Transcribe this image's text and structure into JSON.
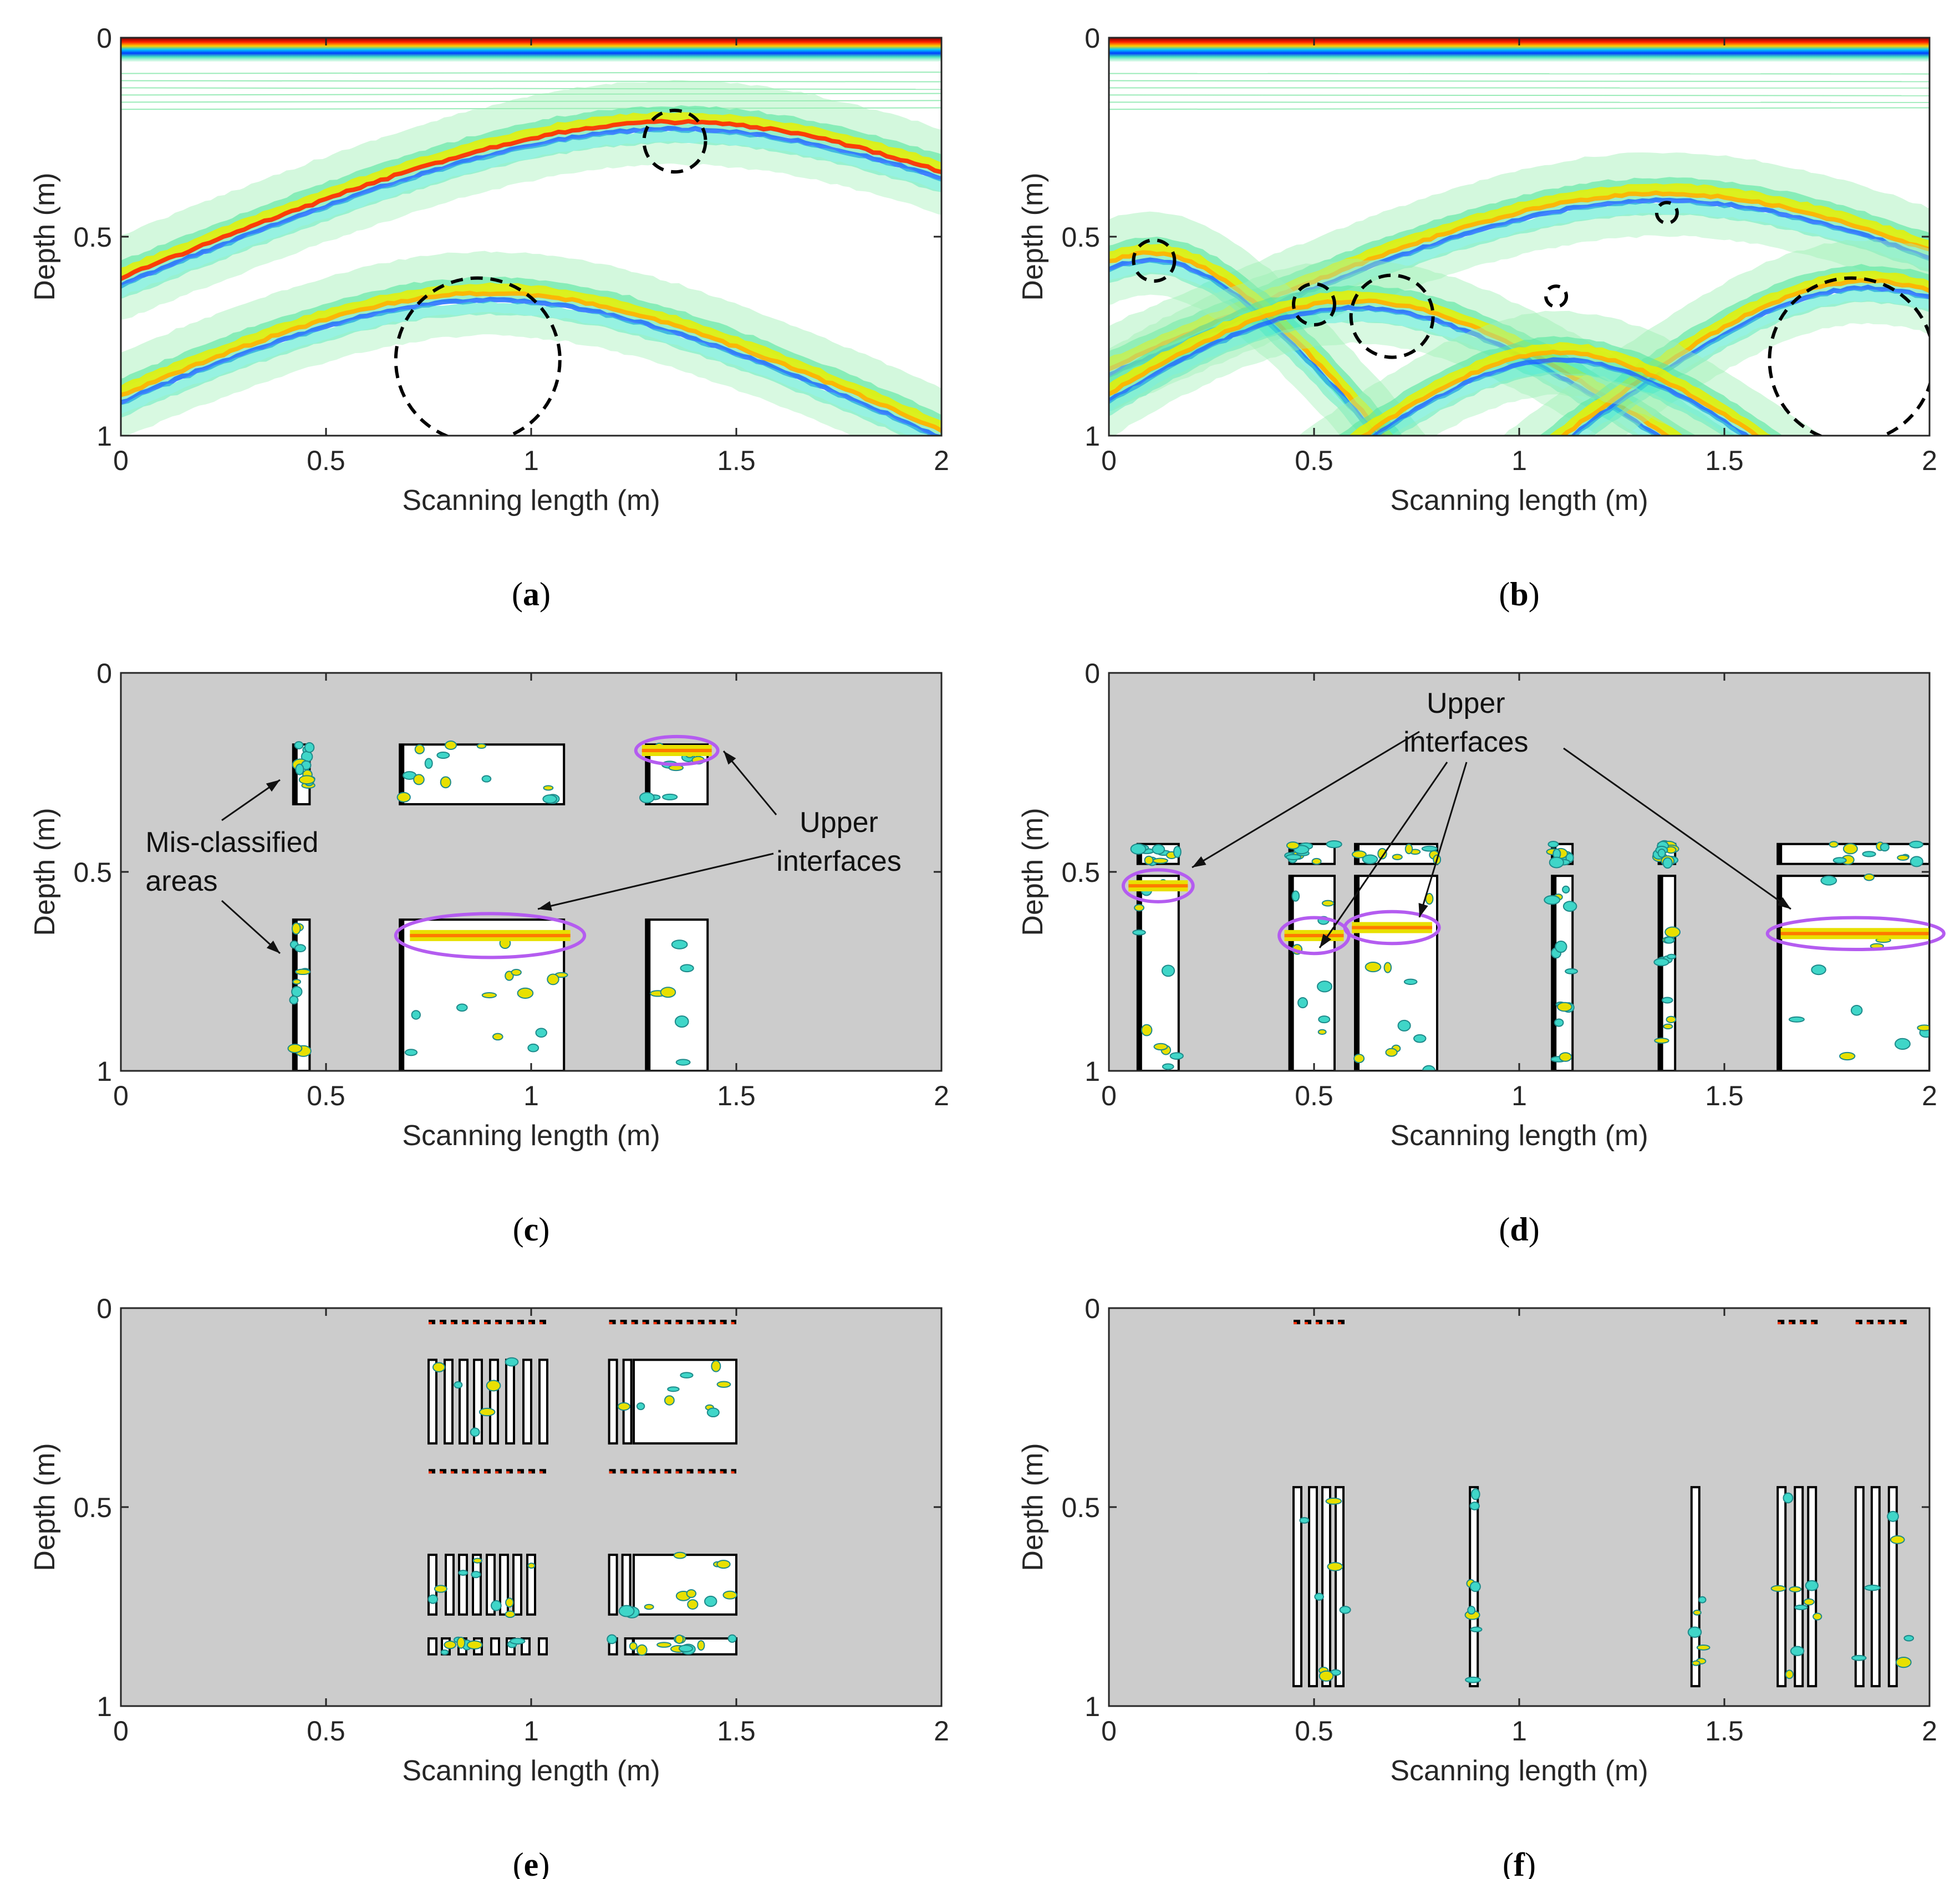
{
  "chart_data": [
    {
      "panel": "a",
      "type": "heatmap",
      "background": "white",
      "xlabel": "Scanning length (m)",
      "ylabel": "Depth (m)",
      "xlim": [
        0,
        2
      ],
      "ylim": [
        0,
        1
      ],
      "xticks": [
        "0",
        "0.5",
        "1",
        "1.5",
        "2"
      ],
      "yticks": [
        "0",
        "0.5",
        "1"
      ],
      "caption_letter": "a",
      "hyperbolas": [
        {
          "apex_x": 1.35,
          "apex_y": 0.2,
          "a": 0.3,
          "b": 0.65,
          "intensity": "high"
        },
        {
          "apex_x": 0.9,
          "apex_y": 0.63,
          "a": 0.28,
          "b": 0.55,
          "intensity": "mid"
        }
      ],
      "circles": [
        {
          "cx": 1.35,
          "cy": 0.26,
          "r": 0.075
        },
        {
          "cx": 0.87,
          "cy": 0.81,
          "r": 0.2
        }
      ]
    },
    {
      "panel": "b",
      "type": "heatmap",
      "background": "white",
      "xlabel": "Scanning length (m)",
      "ylabel": "Depth (m)",
      "xlim": [
        0,
        2
      ],
      "ylim": [
        0,
        1
      ],
      "xticks": [
        "0",
        "0.5",
        "1",
        "1.5",
        "2"
      ],
      "yticks": [
        "0",
        "0.5",
        "1"
      ],
      "caption_letter": "b",
      "hyperbolas": [
        {
          "apex_x": 1.35,
          "apex_y": 0.38,
          "a": 0.3,
          "b": 0.6,
          "intensity": "mid"
        },
        {
          "apex_x": 0.1,
          "apex_y": 0.53,
          "a": 0.4,
          "b": 0.3,
          "intensity": "mid"
        },
        {
          "apex_x": 0.6,
          "apex_y": 0.65,
          "a": 0.35,
          "b": 0.45,
          "intensity": "mid"
        },
        {
          "apex_x": 1.85,
          "apex_y": 0.6,
          "a": 0.35,
          "b": 0.4,
          "intensity": "mid"
        },
        {
          "apex_x": 1.1,
          "apex_y": 0.78,
          "a": 0.3,
          "b": 0.35,
          "intensity": "low"
        }
      ],
      "circles": [
        {
          "cx": 0.11,
          "cy": 0.56,
          "r": 0.05
        },
        {
          "cx": 0.5,
          "cy": 0.67,
          "r": 0.05
        },
        {
          "cx": 0.69,
          "cy": 0.7,
          "r": 0.1
        },
        {
          "cx": 1.09,
          "cy": 0.65,
          "r": 0.025
        },
        {
          "cx": 1.36,
          "cy": 0.44,
          "r": 0.025
        },
        {
          "cx": 1.81,
          "cy": 0.81,
          "r": 0.2
        }
      ]
    },
    {
      "panel": "c",
      "type": "heatmap",
      "background": "gray",
      "xlabel": "Scanning length (m)",
      "ylabel": "Depth (m)",
      "xlim": [
        0,
        2
      ],
      "ylim": [
        0,
        1
      ],
      "xticks": [
        "0",
        "0.5",
        "1",
        "1.5",
        "2"
      ],
      "yticks": [
        "0",
        "0.5",
        "1"
      ],
      "caption_letter": "c",
      "boxes": [
        {
          "x0": 0.42,
          "x1": 0.46,
          "y0": 0.18,
          "y1": 0.33
        },
        {
          "x0": 0.68,
          "x1": 1.08,
          "y0": 0.18,
          "y1": 0.33
        },
        {
          "x0": 1.28,
          "x1": 1.43,
          "y0": 0.18,
          "y1": 0.33
        },
        {
          "x0": 0.42,
          "x1": 0.46,
          "y0": 0.62,
          "y1": 1.0
        },
        {
          "x0": 0.68,
          "x1": 1.08,
          "y0": 0.62,
          "y1": 1.0
        },
        {
          "x0": 1.28,
          "x1": 1.43,
          "y0": 0.62,
          "y1": 1.0
        }
      ],
      "ellipses": [
        {
          "cx": 1.355,
          "cy": 0.195,
          "rx": 0.1,
          "ry": 0.035
        },
        {
          "cx": 0.9,
          "cy": 0.66,
          "rx": 0.23,
          "ry": 0.055
        }
      ],
      "annotations": [
        {
          "lines": [
            "Mis-classified",
            "areas"
          ],
          "x": 0.06,
          "y": 0.45
        },
        {
          "lines": [
            "Upper",
            "interfaces"
          ],
          "x": 1.75,
          "y": 0.4
        }
      ]
    },
    {
      "panel": "d",
      "type": "heatmap",
      "background": "gray",
      "xlabel": "Scanning length (m)",
      "ylabel": "Depth (m)",
      "xlim": [
        0,
        2
      ],
      "ylim": [
        0,
        1
      ],
      "xticks": [
        "0",
        "0.5",
        "1",
        "1.5",
        "2"
      ],
      "yticks": [
        "0",
        "0.5",
        "1"
      ],
      "caption_letter": "d",
      "boxes": [
        {
          "x0": 0.07,
          "x1": 0.17,
          "y0": 0.43,
          "y1": 0.48
        },
        {
          "x0": 0.07,
          "x1": 0.17,
          "y0": 0.51,
          "y1": 1.0
        },
        {
          "x0": 0.44,
          "x1": 0.55,
          "y0": 0.43,
          "y1": 0.48
        },
        {
          "x0": 0.44,
          "x1": 0.55,
          "y0": 0.51,
          "y1": 1.0
        },
        {
          "x0": 0.6,
          "x1": 0.8,
          "y0": 0.43,
          "y1": 0.48
        },
        {
          "x0": 0.6,
          "x1": 0.8,
          "y0": 0.51,
          "y1": 1.0
        },
        {
          "x0": 1.08,
          "x1": 1.13,
          "y0": 0.43,
          "y1": 0.48
        },
        {
          "x0": 1.08,
          "x1": 1.13,
          "y0": 0.51,
          "y1": 1.0
        },
        {
          "x0": 1.34,
          "x1": 1.38,
          "y0": 0.43,
          "y1": 0.48
        },
        {
          "x0": 1.34,
          "x1": 1.38,
          "y0": 0.51,
          "y1": 1.0
        },
        {
          "x0": 1.63,
          "x1": 2.0,
          "y0": 0.43,
          "y1": 0.48
        },
        {
          "x0": 1.63,
          "x1": 2.0,
          "y0": 0.51,
          "y1": 1.0
        }
      ],
      "ellipses": [
        {
          "cx": 0.12,
          "cy": 0.535,
          "rx": 0.085,
          "ry": 0.04
        },
        {
          "cx": 0.5,
          "cy": 0.66,
          "rx": 0.085,
          "ry": 0.045
        },
        {
          "cx": 0.69,
          "cy": 0.64,
          "rx": 0.115,
          "ry": 0.04
        },
        {
          "cx": 1.82,
          "cy": 0.655,
          "rx": 0.215,
          "ry": 0.04
        }
      ],
      "annotations": [
        {
          "lines": [
            "Upper",
            "interfaces"
          ],
          "x": 0.87,
          "y": 0.1
        }
      ]
    },
    {
      "panel": "e",
      "type": "heatmap",
      "background": "gray",
      "xlabel": "Scanning length (m)",
      "ylabel": "Depth (m)",
      "xlim": [
        0,
        2
      ],
      "ylim": [
        0,
        1
      ],
      "xticks": [
        "0",
        "0.5",
        "1",
        "1.5",
        "2"
      ],
      "yticks": [
        "0",
        "0.5",
        "1"
      ],
      "caption_letter": "e",
      "box_groups": [
        {
          "x0": 0.75,
          "x1": 1.04,
          "x_extent": 1.04,
          "y0": 0.13,
          "y1": 0.34
        },
        {
          "x0": 0.75,
          "x1": 1.04,
          "x_extent": 1.04,
          "y0": 0.62,
          "y1": 0.77
        },
        {
          "x0": 0.75,
          "x1": 1.04,
          "x_extent": 1.04,
          "y0": 0.83,
          "y1": 0.87
        },
        {
          "x0": 1.19,
          "x1": 1.25,
          "x_extent": 1.5,
          "y0": 0.13,
          "y1": 0.34
        },
        {
          "x0": 1.19,
          "x1": 1.25,
          "x_extent": 1.5,
          "y0": 0.62,
          "y1": 0.77
        },
        {
          "x0": 1.19,
          "x1": 1.25,
          "x_extent": 1.5,
          "y0": 0.83,
          "y1": 0.87
        }
      ],
      "dash_rows": [
        {
          "y": 0.035,
          "x0": 0.75,
          "x1": 1.04
        },
        {
          "y": 0.035,
          "x0": 1.19,
          "x1": 1.5
        },
        {
          "y": 0.41,
          "x0": 0.75,
          "x1": 1.04
        },
        {
          "y": 0.41,
          "x0": 1.19,
          "x1": 1.5
        }
      ]
    },
    {
      "panel": "f",
      "type": "heatmap",
      "background": "gray",
      "xlabel": "Scanning length (m)",
      "ylabel": "Depth (m)",
      "xlim": [
        0,
        2
      ],
      "ylim": [
        0,
        1
      ],
      "xticks": [
        "0",
        "0.5",
        "1",
        "1.5",
        "2"
      ],
      "yticks": [
        "0",
        "0.5",
        "1"
      ],
      "caption_letter": "f",
      "box_groups": [
        {
          "x0": 0.45,
          "x1": 0.58,
          "y0": 0.45,
          "y1": 0.95
        },
        {
          "x0": 0.88,
          "x1": 0.9,
          "y0": 0.45,
          "y1": 0.95
        },
        {
          "x0": 1.42,
          "x1": 1.46,
          "y0": 0.45,
          "y1": 0.95
        },
        {
          "x0": 1.63,
          "x1": 1.73,
          "y0": 0.45,
          "y1": 0.95
        },
        {
          "x0": 1.82,
          "x1": 1.95,
          "y0": 0.45,
          "y1": 0.95
        }
      ],
      "dash_rows": [
        {
          "y": 0.035,
          "x0": 0.45,
          "x1": 0.58
        },
        {
          "y": 0.035,
          "x0": 1.63,
          "x1": 1.73
        },
        {
          "y": 0.035,
          "x0": 1.82,
          "x1": 1.95
        }
      ]
    }
  ]
}
